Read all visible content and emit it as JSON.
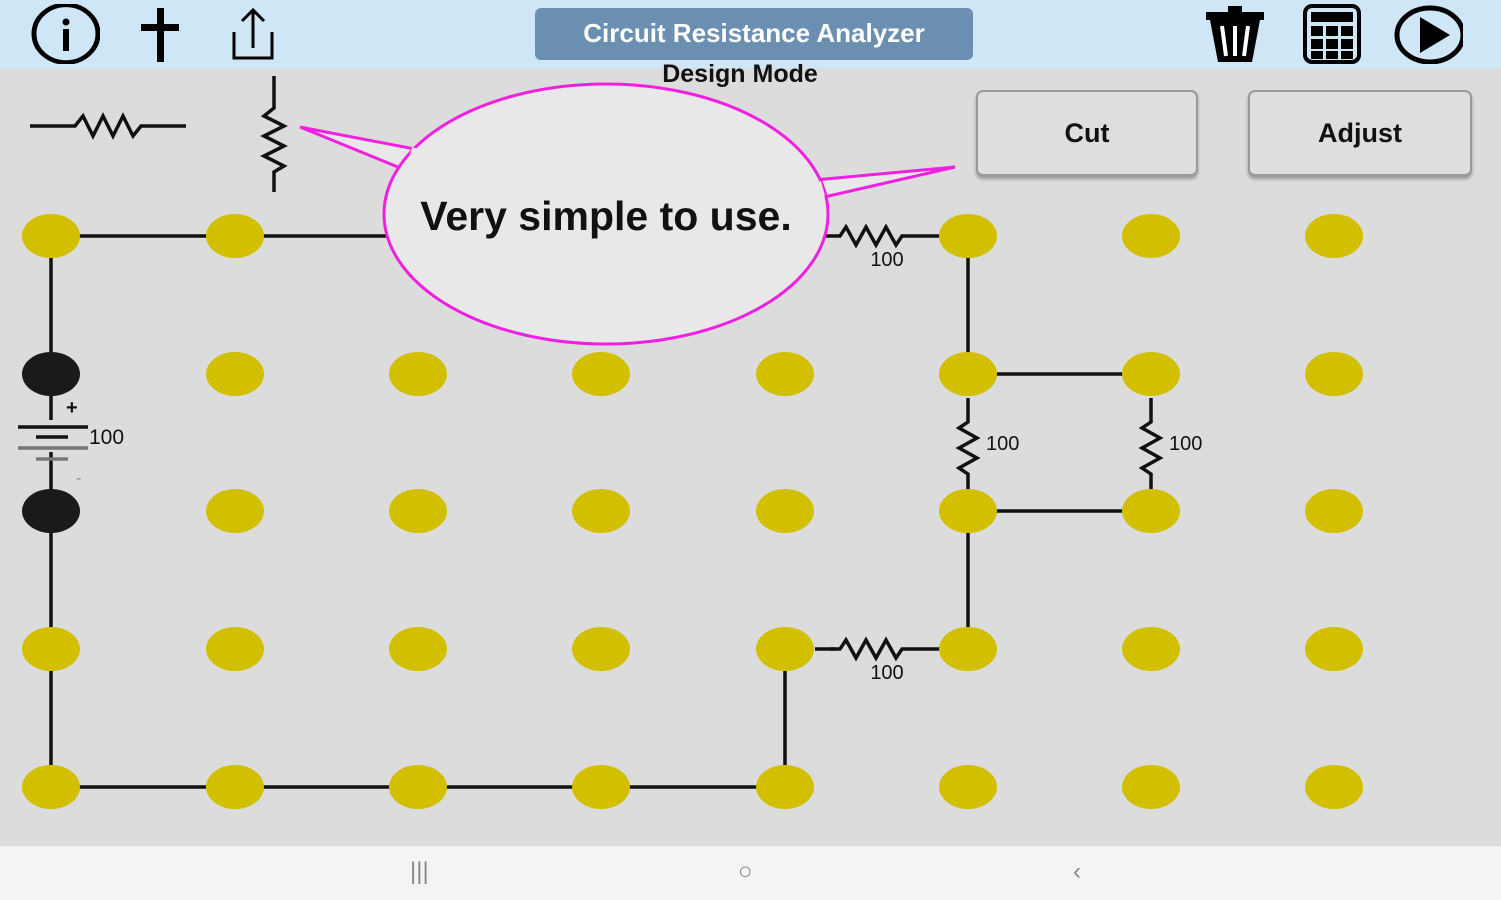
{
  "header": {
    "title": "Circuit Resistance Analyzer",
    "mode": "Design Mode"
  },
  "toolbar": {
    "left_icons": [
      "info-icon",
      "add-icon",
      "share-icon"
    ],
    "right_icons": [
      "trash-icon",
      "calculator-icon",
      "play-icon"
    ]
  },
  "buttons": {
    "cut": "Cut",
    "adjust": "Adjust"
  },
  "bubble": {
    "text": "Very simple to use."
  },
  "circuit": {
    "battery": {
      "value": "100",
      "plus": "+",
      "minus": "-"
    },
    "resistors": [
      {
        "value": "100"
      },
      {
        "value": "100"
      },
      {
        "value": "100"
      },
      {
        "value": "100"
      }
    ]
  },
  "colors": {
    "node": "#d2bf00",
    "bubble_stroke": "#f020e0",
    "title_bg": "#6b8fb0",
    "topbar": "#cfe6f7"
  },
  "navbar": {
    "recents": "|||",
    "home": "○",
    "back": "‹"
  }
}
